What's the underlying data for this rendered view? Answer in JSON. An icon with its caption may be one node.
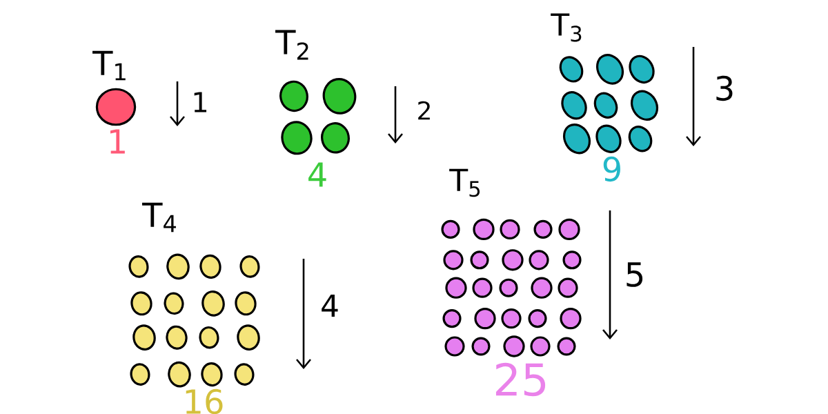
{
  "diagram": {
    "labels": [
      "T$_{1}$",
      "1",
      "1",
      "T$_{2}$",
      "2",
      "4",
      "T$_{3}$",
      "3",
      "9",
      "T$_{4}$",
      "4",
      "16",
      "T$_{5}$",
      "5",
      "25"
    ]
  }
}
